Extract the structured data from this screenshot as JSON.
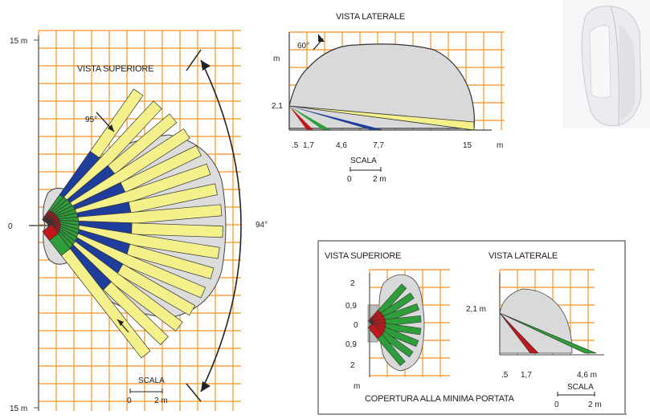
{
  "top_view": {
    "title": "VISTA SUPERIORE",
    "y_tick_top": "15 m",
    "y_tick_mid": "0",
    "y_tick_bottom": "15 m",
    "angle_small": "95°",
    "angle_large": "94°",
    "scale_label": "SCALA",
    "scale_0": "0",
    "scale_2": "2 m"
  },
  "side_view": {
    "title": "VISTA LATERALE",
    "angle": "60°",
    "y_unit": "m",
    "height": "2,1",
    "x_ticks": [
      ".5",
      "1,7",
      "4,6",
      "7,7",
      "15"
    ],
    "x_unit": "m",
    "scale_label": "SCALA",
    "scale_0": "0",
    "scale_2": "2 m"
  },
  "inset": {
    "top_title": "VISTA SUPERIORE",
    "side_title": "VISTA LATERALE",
    "y_ticks": [
      "2",
      "0,9",
      "0",
      "0,9",
      "2"
    ],
    "y_unit": "m",
    "height": "2,1 m",
    "x_ticks": [
      ".5",
      "1,7",
      "4,6 m"
    ],
    "scale_label": "SCALA",
    "scale_0": "0",
    "scale_2": "2 m",
    "caption": "COPERTURA ALLA MINIMA PORTATA"
  },
  "colors": {
    "grid": "#f7941d",
    "beam_far": "#f4f08a",
    "beam_mid": "#1f3d9a",
    "beam_near": "#2e9e3a",
    "beam_close": "#c2181b",
    "zone": "#dcdcdc"
  }
}
